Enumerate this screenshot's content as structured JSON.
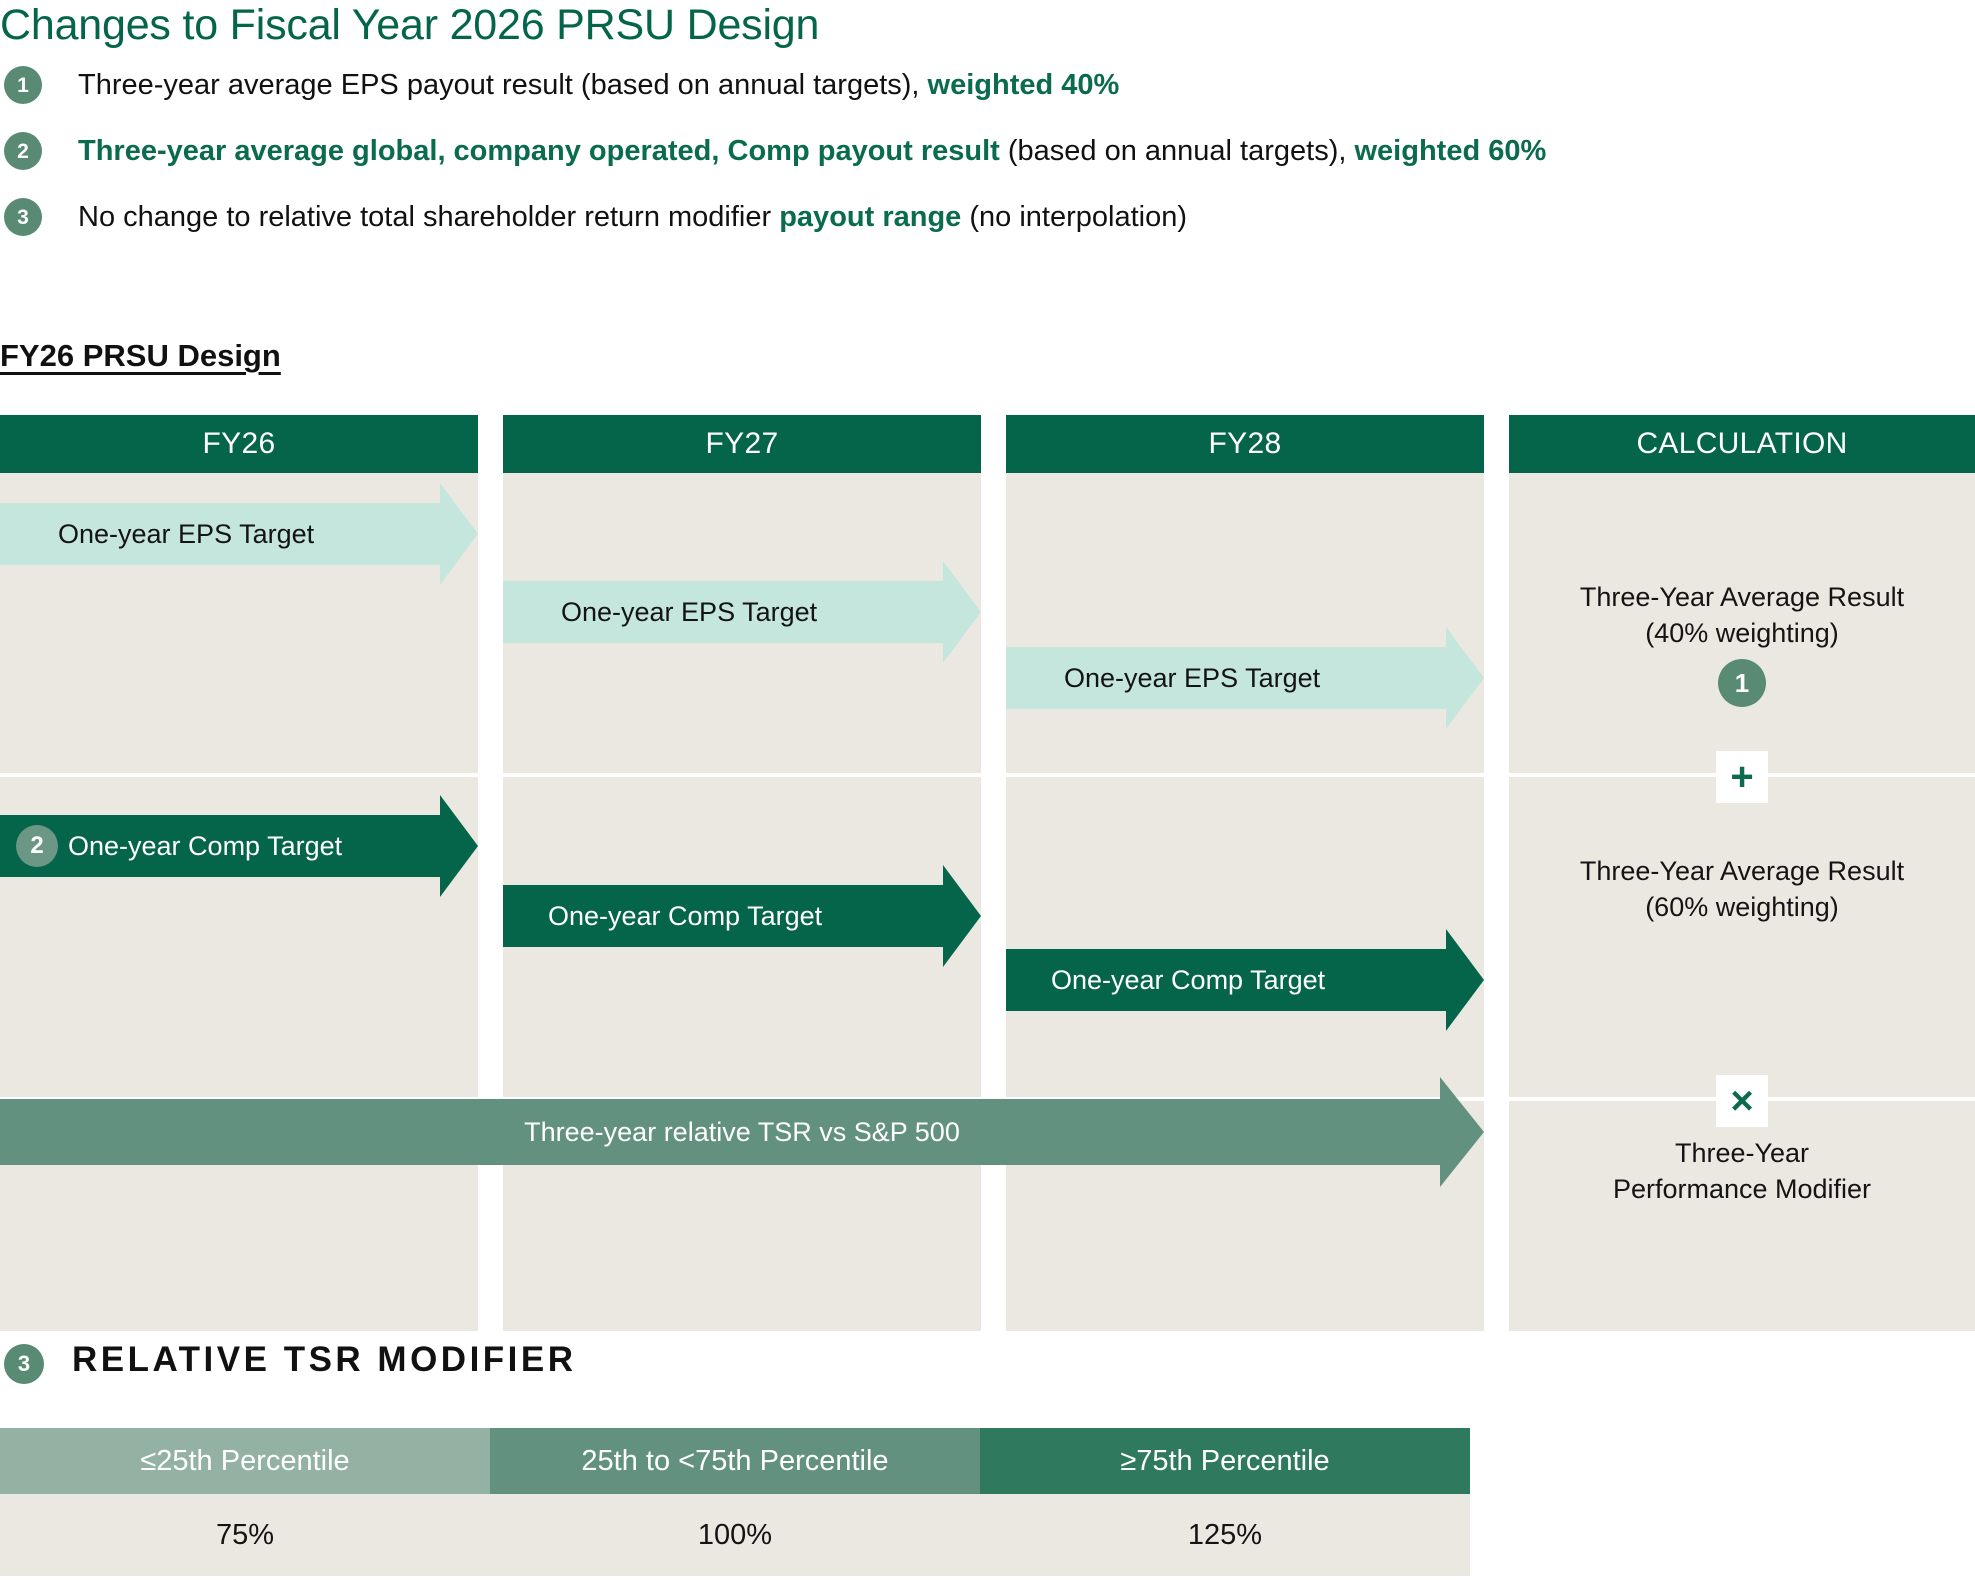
{
  "page_title": "Changes to Fiscal Year 2026 PRSU Design",
  "colors": {
    "dark_green": "#05654a",
    "sage": "#588a74",
    "mint": "#c5e6dc",
    "tsr_green": "#639180",
    "panel_bg": "#ebe8e2",
    "table_light": "#94b2a3",
    "table_mid": "#639180",
    "table_dark": "#2f7a5e"
  },
  "bullets": [
    {
      "number": "1",
      "parts": [
        {
          "text": "Three-year average EPS payout result (based on annual targets), ",
          "emphasis": false
        },
        {
          "text": "weighted 40%",
          "emphasis": true
        }
      ]
    },
    {
      "number": "2",
      "parts": [
        {
          "text": "Three-year average global, company operated, Comp payout result",
          "emphasis": true
        },
        {
          "text": " (based on annual targets), ",
          "emphasis": false
        },
        {
          "text": "weighted 60%",
          "emphasis": true
        }
      ]
    },
    {
      "number": "3",
      "parts": [
        {
          "text": "No change to relative total shareholder return modifier ",
          "emphasis": false
        },
        {
          "text": "payout range",
          "emphasis": true
        },
        {
          "text": " (no interpolation)",
          "emphasis": false
        }
      ]
    }
  ],
  "section_heading": "FY26 PRSU Design",
  "diagram": {
    "columns": [
      {
        "header": "FY26"
      },
      {
        "header": "FY27"
      },
      {
        "header": "FY28"
      },
      {
        "header": "CALCULATION"
      }
    ],
    "eps_arrows": [
      {
        "label": "One-year EPS Target",
        "column": "FY26"
      },
      {
        "label": "One-year EPS Target",
        "column": "FY27"
      },
      {
        "label": "One-year EPS Target",
        "column": "FY28"
      }
    ],
    "comp_arrows": [
      {
        "label": "One-year Comp Target",
        "column": "FY26",
        "badge": "2"
      },
      {
        "label": "One-year Comp Target",
        "column": "FY27",
        "badge": ""
      },
      {
        "label": "One-year Comp Target",
        "column": "FY28",
        "badge": ""
      }
    ],
    "tsr_arrow": {
      "label": "Three-year relative TSR vs S&P 500"
    },
    "calculation": {
      "item1_line1": "Three-Year Average Result",
      "item1_line2": "(40% weighting)",
      "item1_badge": "1",
      "operator_plus": "+",
      "item2_line1": "Three-Year Average Result",
      "item2_line2": "(60% weighting)",
      "operator_times": "×",
      "item3_line1": "Three-Year",
      "item3_line2": "Performance Modifier"
    }
  },
  "tsr_modifier": {
    "badge": "3",
    "heading": "RELATIVE TSR MODIFIER",
    "columns": [
      {
        "header": "≤25th Percentile",
        "value": "75%",
        "color": "#94b2a3"
      },
      {
        "header": "25th to <75th Percentile",
        "value": "100%",
        "color": "#639180"
      },
      {
        "header": "≥75th Percentile",
        "value": "125%",
        "color": "#2f7a5e"
      }
    ]
  }
}
